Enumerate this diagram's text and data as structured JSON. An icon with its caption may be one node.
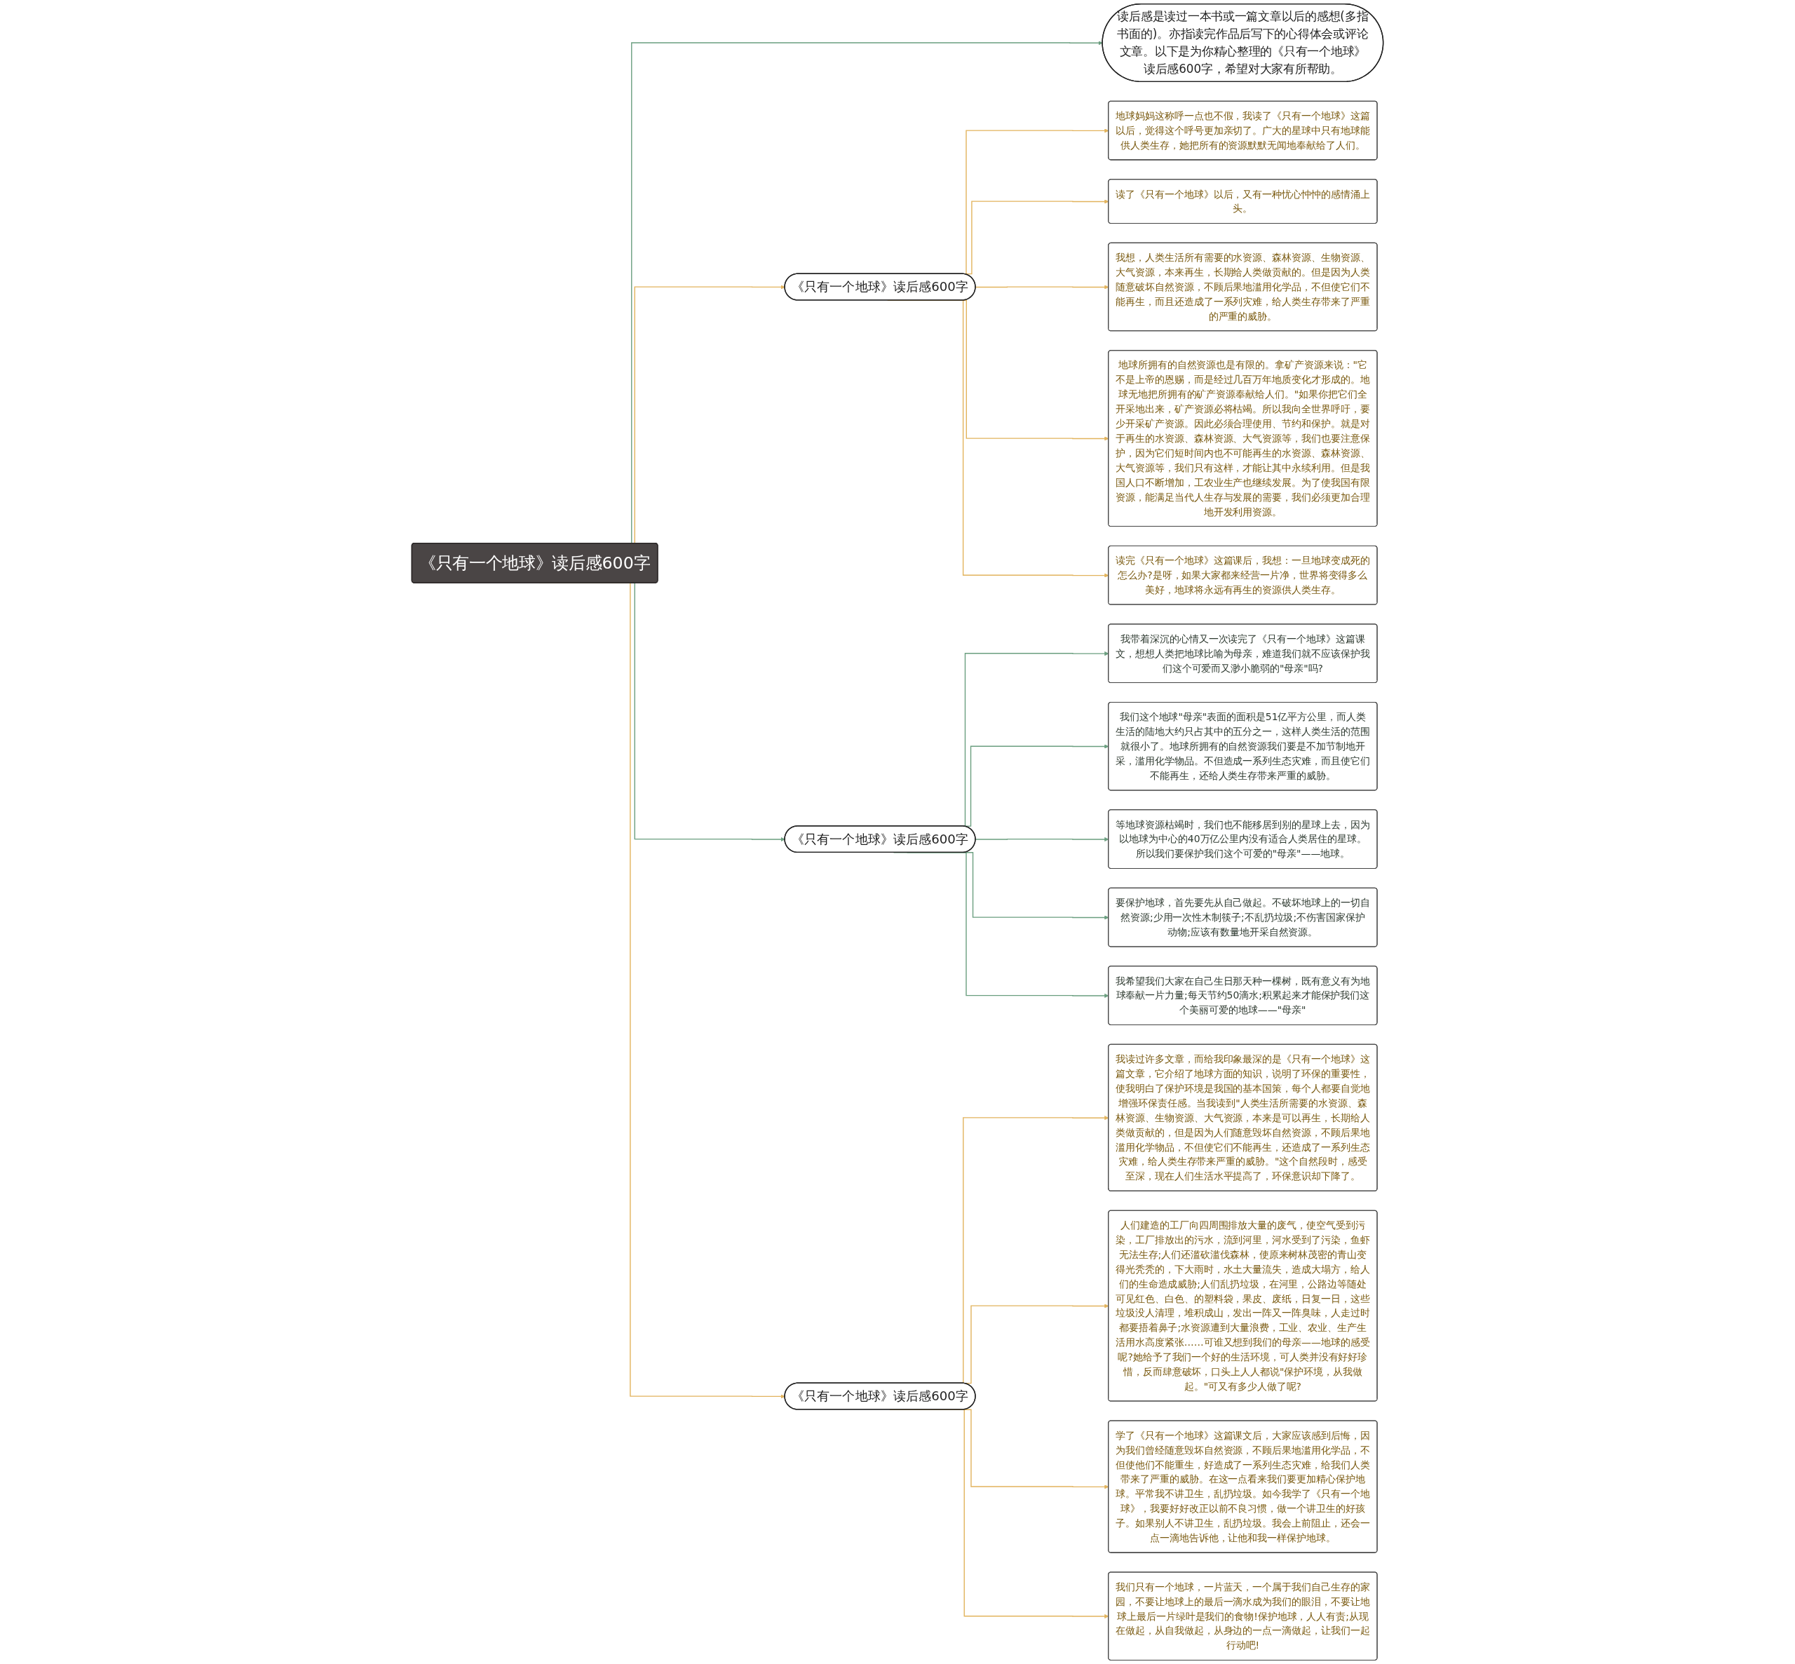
{
  "diagram": {
    "nodes": [
      {
        "text": [
          "《只有一个地球》读后感600字"
        ]
      },
      {
        "text": [
          "读后感是读过一本书或一篇文章以后的感想(多指书面的)。亦指读完作品后写下的心得体会或评论文章。以下是为你精心整理的《只有一个地球》读后感600字，希望对大家有所帮助。"
        ]
      },
      {
        "text": [
          "《只有一个地球》读后感600字"
        ]
      },
      {
        "text": [
          "地球妈妈这称呼一点也不假，我读了《只有一个地球》这篇以后，觉得这个呼号更加亲切了。广大的星球中只有地球能供人类生存，她把所有的资源默默无闻地奉献给了人们。"
        ]
      },
      {
        "text": [
          "读了《只有一个地球》以后，又有一种忧心忡忡的感情涌上头。"
        ]
      },
      {
        "text": [
          "我想，人类生活所有需要的水资源、森林资源、生物资源、大气资源，本来再生，长期给人类做贡献的。但是因为人类随意破坏自然资源，不顾后果地滥用化学品，不但使它们不能再生，而且还造成了一系列灾难，给人类生存带来了严重的严重的威胁。"
        ]
      },
      {
        "text": [
          "地球所拥有的自然资源也是有限的。拿矿产资源来说：\"它不是上帝的恩赐，而是经过几百万年地质变化才形成的。地球无地把所拥有的矿产资源奉献给人们。\"如果你把它们全开采地出来，矿产资源必将枯竭。所以我向全世界呼吁，要少开采矿产资源。因此必须合理使用、节约和保护。就是对于再生的水资源、森林资源、大气资源等，我们也要注意保护，因为它们短时间内也不可能再生的水资源、森林资源、大气资源等，我们只有这样，才能让其中永续利用。但是我国人口不断增加，工农业生产也继续发展。为了使我国有限资源，能满足当代人生存与发展的需要，我们必须更加合理地开发利用资源。"
        ]
      },
      {
        "text": [
          "读完《只有一个地球》这篇课后，我想：一旦地球变成死的怎么办?是呀，如果大家都来经营一片净，世界将变得多么美好，地球将永远有再生的资源供人类生存。"
        ]
      },
      {
        "text": [
          "《只有一个地球》读后感600字"
        ]
      },
      {
        "text": [
          "我带着深沉的心情又一次读完了《只有一个地球》这篇课文，想想人类把地球比喻为母亲，难道我们就不应该保护我们这个可爱而又渺小脆弱的\"母亲\"吗?"
        ]
      },
      {
        "text": [
          "我们这个地球\"母亲\"表面的面积是51亿平方公里，而人类生活的陆地大约只占其中的五分之一，这样人类生活的范围就很小了。地球所拥有的自然资源我们要是不加节制地开采，滥用化学物品。不但造成一系列生态灾难，而且使它们不能再生，还给人类生存带来严重的威胁。"
        ]
      },
      {
        "text": [
          "等地球资源枯竭时，我们也不能移居到别的星球上去，因为以地球为中心的40万亿公里内没有适合人类居住的星球。所以我们要保护我们这个可爱的\"母亲\"——地球。"
        ]
      },
      {
        "text": [
          "要保护地球，首先要先从自己做起。不破坏地球上的一切自然资源;少用一次性木制筷子;不乱扔垃圾;不伤害国家保护动物;应该有数量地开采自然资源。"
        ]
      },
      {
        "text": [
          "我希望我们大家在自己生日那天种一棵树，既有意义有为地球奉献一片力量;每天节约50滴水;积累起来才能保护我们这个美丽可爱的地球——\"母亲\""
        ]
      },
      {
        "text": [
          "《只有一个地球》读后感600字"
        ]
      },
      {
        "text": [
          "我读过许多文章，而给我印象最深的是《只有一个地球》这篇文章，它介绍了地球方面的知识，说明了环保的重要性，使我明白了保护环境是我国的基本国策，每个人都要自觉地增强环保责任感。当我读到\"人类生活所需要的水资源、森林资源、生物资源、大气资源，本来是可以再生，长期给人类做贡献的，但是因为人们随意毁坏自然资源，不顾后果地滥用化学物品，不但使它们不能再生，还造成了一系列生态灾难，给人类生存带来严重的威胁。\"这个自然段时，感受至深，现在人们生活水平提高了，环保意识却下降了。"
        ]
      },
      {
        "text": [
          "人们建造的工厂向四周围排放大量的废气，使空气受到污染，工厂排放出的污水，流到河里，河水受到了污染，鱼虾无法生存;人们还滥砍滥伐森林，使原来树林茂密的青山变得光秃秃的，下大雨时，水土大量流失，造成大塌方，给人们的生命造成威胁;人们乱扔垃圾，在河里，公路边等随处可见红色、白色、的塑料袋，果皮、废纸，日复一日，这些垃圾没人清理，堆积成山，发出一阵又一阵臭味，人走过时都要捂着鼻子;水资源遭到大量浪费，工业、农业、生产生活用水高度紧张……可谁又想到我们的母亲——地球的感受呢?她给予了我们一个好的生活环境，可人类并没有好好珍惜，反而肆意破坏，口头上人人都说\"保护环境，从我做起。\"可又有多少人做了呢?"
        ]
      },
      {
        "text": [
          "学了《只有一个地球》这篇课文后，大家应该感到后悔，因为我们曾经随意毁坏自然资源，不顾后果地滥用化学品，不但使他们不能重生，好造成了一系列生态灾难，给我们人类带来了严重的威胁。在这一点看来我们要更加精心保护地球。平常我不讲卫生，乱扔垃圾。如今我学了《只有一个地球》，我要好好改正以前不良习惯，做一个讲卫生的好孩子。如果别人不讲卫生，乱扔垃圾。我会上前阻止，还会一点一滴地告诉他，让他和我一样保护地球。"
        ]
      },
      {
        "text": [
          "我们只有一个地球，一片蓝天，一个属于我们自己生存的家园，不要让地球上的最后一滴水成为我们的眼泪，不要让地球上最后一片绿叶是我们的食物!保护地球，人人有责;从现在做起，从自我做起，从身边的一点一滴做起，让我们一起行动吧!"
        ]
      }
    ],
    "edges": [
      {
        "from": 0,
        "to": 1,
        "arrow": "to",
        "color": "#6a9e7f"
      },
      {
        "from": 0,
        "to": 2,
        "arrow": "to"
      },
      {
        "from": 2,
        "to": 3,
        "arrow": "to"
      },
      {
        "from": 2,
        "to": 4,
        "arrow": "to"
      },
      {
        "from": 2,
        "to": 5,
        "arrow": "to"
      },
      {
        "from": 2,
        "to": 6,
        "arrow": "to"
      },
      {
        "from": 2,
        "to": 7,
        "arrow": "to"
      },
      {
        "from": 0,
        "to": 8,
        "arrow": "to",
        "color": "#6a9e7f"
      },
      {
        "from": 8,
        "to": 9,
        "arrow": "to",
        "color": "#6a9e7f"
      },
      {
        "from": 8,
        "to": 10,
        "arrow": "to",
        "color": "#6a9e7f"
      },
      {
        "from": 8,
        "to": 11,
        "arrow": "to",
        "color": "#6a9e7f"
      },
      {
        "from": 8,
        "to": 12,
        "arrow": "to",
        "color": "#6a9e7f"
      },
      {
        "from": 8,
        "to": 13,
        "arrow": "to",
        "color": "#6a9e7f"
      },
      {
        "from": 0,
        "to": 14,
        "arrow": "to"
      },
      {
        "from": 14,
        "to": 15,
        "arrow": "to"
      },
      {
        "from": 14,
        "to": 16,
        "arrow": "to"
      },
      {
        "from": 14,
        "to": 17,
        "arrow": "to"
      },
      {
        "from": 14,
        "to": 18,
        "arrow": "to"
      }
    ]
  }
}
